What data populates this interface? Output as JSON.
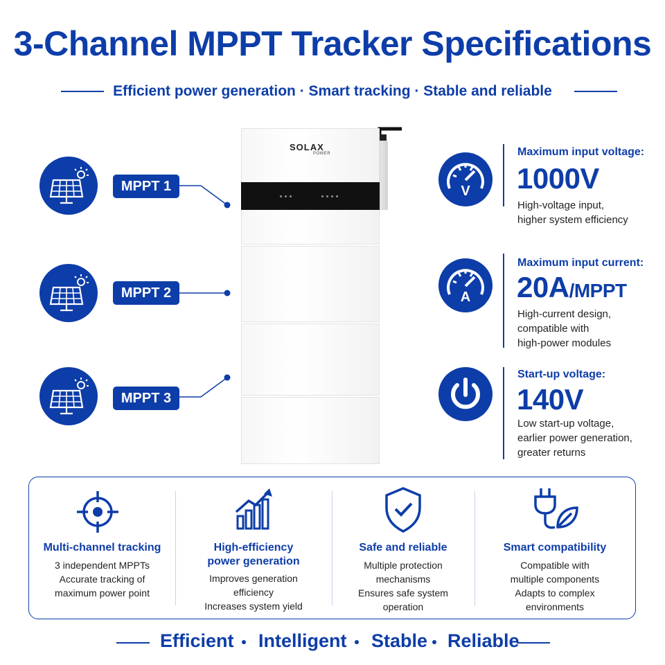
{
  "title": "3-Channel MPPT Tracker Specifications",
  "subtitle": "Efficient power generation · Smart tracking · Stable and reliable",
  "inverter": {
    "brand": "SOLAX",
    "brand_sub": "POWER"
  },
  "mppt": [
    {
      "label": "MPPT 1",
      "icon": "solar-panel-icon"
    },
    {
      "label": "MPPT 2",
      "icon": "solar-panel-icon"
    },
    {
      "label": "MPPT 3",
      "icon": "solar-panel-icon"
    }
  ],
  "specs": [
    {
      "icon": "voltmeter-icon",
      "heading": "Maximum input voltage:",
      "value": "1000V",
      "unit": "",
      "desc": [
        "High-voltage input,",
        "higher system efficiency"
      ]
    },
    {
      "icon": "ammeter-icon",
      "heading": "Maximum input current:",
      "value": "20A",
      "unit": "/MPPT",
      "desc": [
        "High-current design,",
        "compatible with",
        "high-power modules"
      ]
    },
    {
      "icon": "power-icon",
      "heading": "Start-up voltage:",
      "value": "140V",
      "unit": "",
      "desc": [
        "Low start-up voltage,",
        "earlier power generation,",
        "greater returns"
      ]
    }
  ],
  "features": [
    {
      "icon": "target-icon",
      "title": [
        "Multi-channel tracking"
      ],
      "desc": [
        "3 independent MPPTs",
        "Accurate tracking of",
        "maximum power point"
      ]
    },
    {
      "icon": "growth-chart-icon",
      "title": [
        "High-efficiency",
        "power generation"
      ],
      "desc": [
        "Improves generation",
        "efficiency",
        "Increases system yield"
      ]
    },
    {
      "icon": "shield-check-icon",
      "title": [
        "Safe and reliable"
      ],
      "desc": [
        "Multiple protection",
        "mechanisms",
        "Ensures safe system",
        "operation"
      ]
    },
    {
      "icon": "plug-leaf-icon",
      "title": [
        "Smart compatibility"
      ],
      "desc": [
        "Compatible with",
        "multiple components",
        "Adapts to complex",
        "environments"
      ]
    }
  ],
  "footer": [
    "Efficient",
    "Intelligent",
    "Stable",
    "Reliable"
  ],
  "colors": {
    "brand_blue": "#0d3da8",
    "white": "#ffffff",
    "display_black": "#111111"
  }
}
